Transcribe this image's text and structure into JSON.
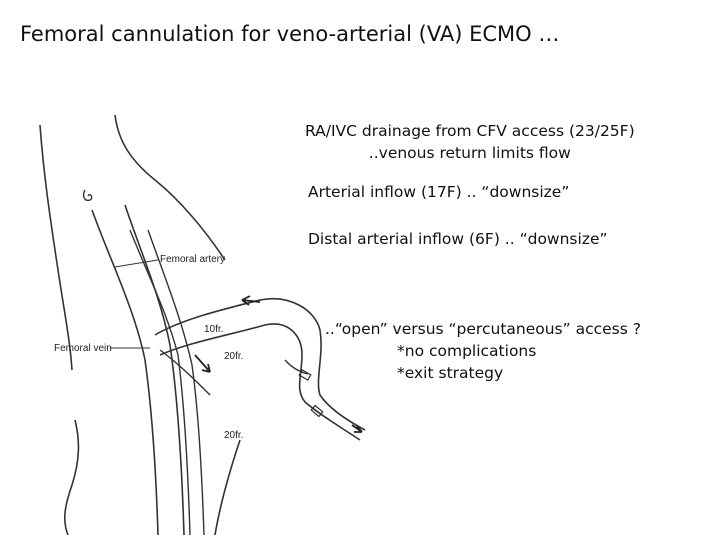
{
  "slide": {
    "title": "Femoral cannulation for veno-arterial (VA) ECMO …"
  },
  "bullets": {
    "drainage_line1": "RA/IVC drainage from CFV access (23/25F)",
    "drainage_line2": "..venous return limits flow",
    "arterial": "Arterial inflow  (17F) .. “downsize”",
    "distal": "Distal arterial inflow (6F) .. “downsize”",
    "access_line1": "..“open” versus “percutaneous” access ?",
    "access_line2": "*no complications",
    "access_line3": "*exit strategy"
  },
  "diagram": {
    "label_femoral_artery": "Femoral artery",
    "label_femoral_vein": "Femoral vein",
    "label_10fr": "10fr.",
    "label_20fr_upper": "20fr.",
    "label_20fr_lower": "20fr."
  }
}
